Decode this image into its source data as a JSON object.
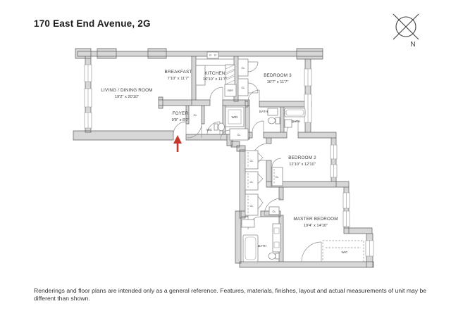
{
  "header": {
    "title": "170 East End Avenue, 2G"
  },
  "compass": {
    "label": "N"
  },
  "rooms": [
    {
      "name": "LIVING / DINING ROOM",
      "dims": "19'2\" x 20'10\""
    },
    {
      "name": "BREAKFAST",
      "dims": "7'10\" x 11'7\""
    },
    {
      "name": "KITCHEN",
      "dims": "10'10\" x 11'7\""
    },
    {
      "name": "BEDROOM 3",
      "dims": "16'7\" x 11'7\""
    },
    {
      "name": "FOYER",
      "dims": "9'8\" x 8'0\""
    },
    {
      "name": "BEDROOM 2",
      "dims": "12'10\" x 12'10\""
    },
    {
      "name": "MASTER BEDROOM",
      "dims": "19'4\" x 14'10\""
    }
  ],
  "labels": {
    "cl": "CL",
    "wc": "WC",
    "wd": "W/D",
    "ref": "REF",
    "bath": "BATH",
    "wic": "WIC"
  },
  "footer": {
    "line1": "Renderings and floor plans are intended only as a general reference. Features, materials, finishes, layout and actual measurements of unit may be",
    "line2": "different than shown."
  },
  "colors": {
    "wall_fill": "#d7d7d7",
    "wall_stroke": "#5e5e5e",
    "entry_arrow": "#c6382b",
    "text": "#3a3a3a"
  }
}
